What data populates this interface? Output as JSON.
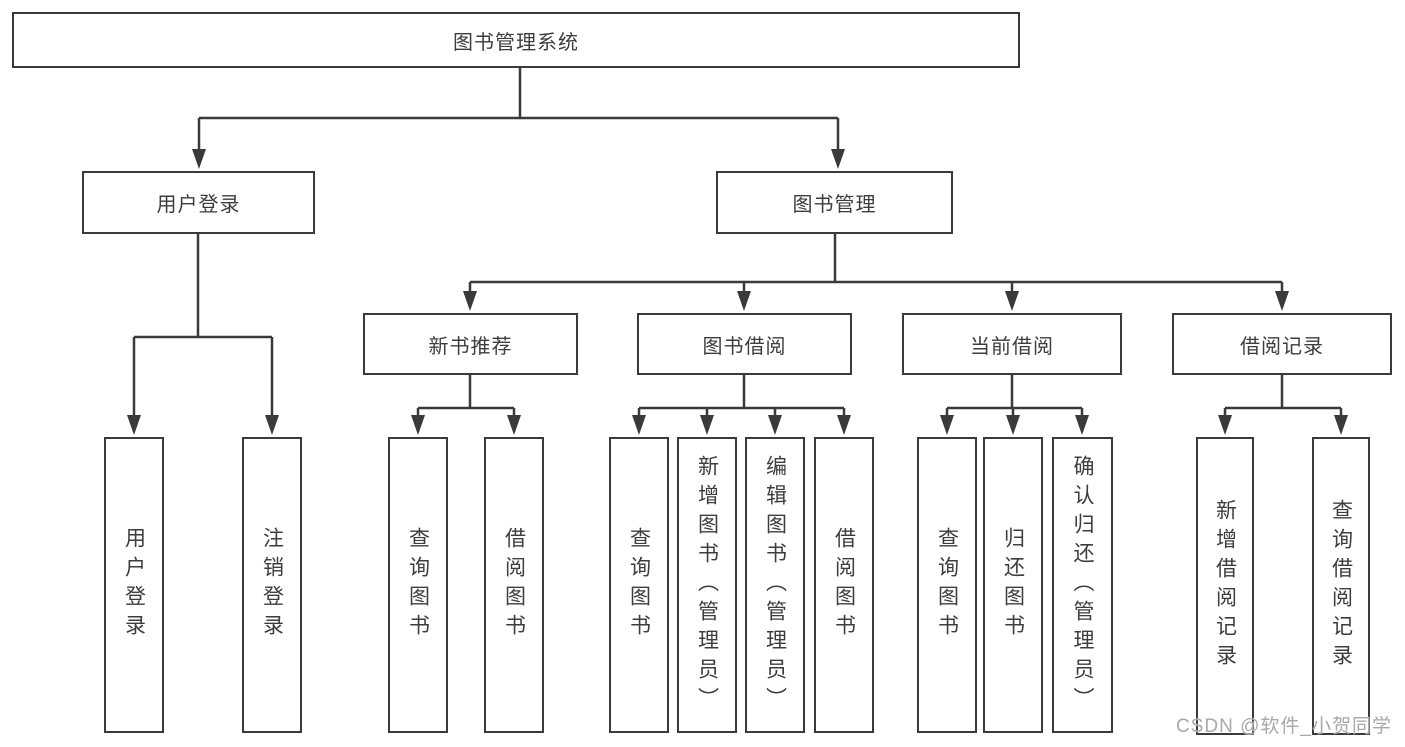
{
  "diagram": {
    "root": {
      "label": "图书管理系统"
    },
    "branches": {
      "user_login": {
        "label": "用户登录",
        "children": [
          {
            "label": "用户登录"
          },
          {
            "label": "注销登录"
          }
        ]
      },
      "book_management": {
        "label": "图书管理",
        "children": [
          {
            "label": "新书推荐",
            "children": [
              {
                "label": "查询图书"
              },
              {
                "label": "借阅图书"
              }
            ]
          },
          {
            "label": "图书借阅",
            "children": [
              {
                "label": "查询图书"
              },
              {
                "label": "新增图书（管理员）"
              },
              {
                "label": "编辑图书（管理员）"
              },
              {
                "label": "借阅图书"
              }
            ]
          },
          {
            "label": "当前借阅",
            "children": [
              {
                "label": "查询图书"
              },
              {
                "label": "归还图书"
              },
              {
                "label": "确认归还（管理员）"
              }
            ]
          },
          {
            "label": "借阅记录",
            "children": [
              {
                "label": "新增借阅记录"
              },
              {
                "label": "查询借阅记录"
              }
            ]
          }
        ]
      }
    }
  },
  "watermark": {
    "text": "CSDN @软件_小贺同学"
  },
  "colors": {
    "line": "#3a3a3a",
    "text": "#3d3d3d",
    "background": "#ffffff",
    "watermark": "#a7a7ac"
  }
}
